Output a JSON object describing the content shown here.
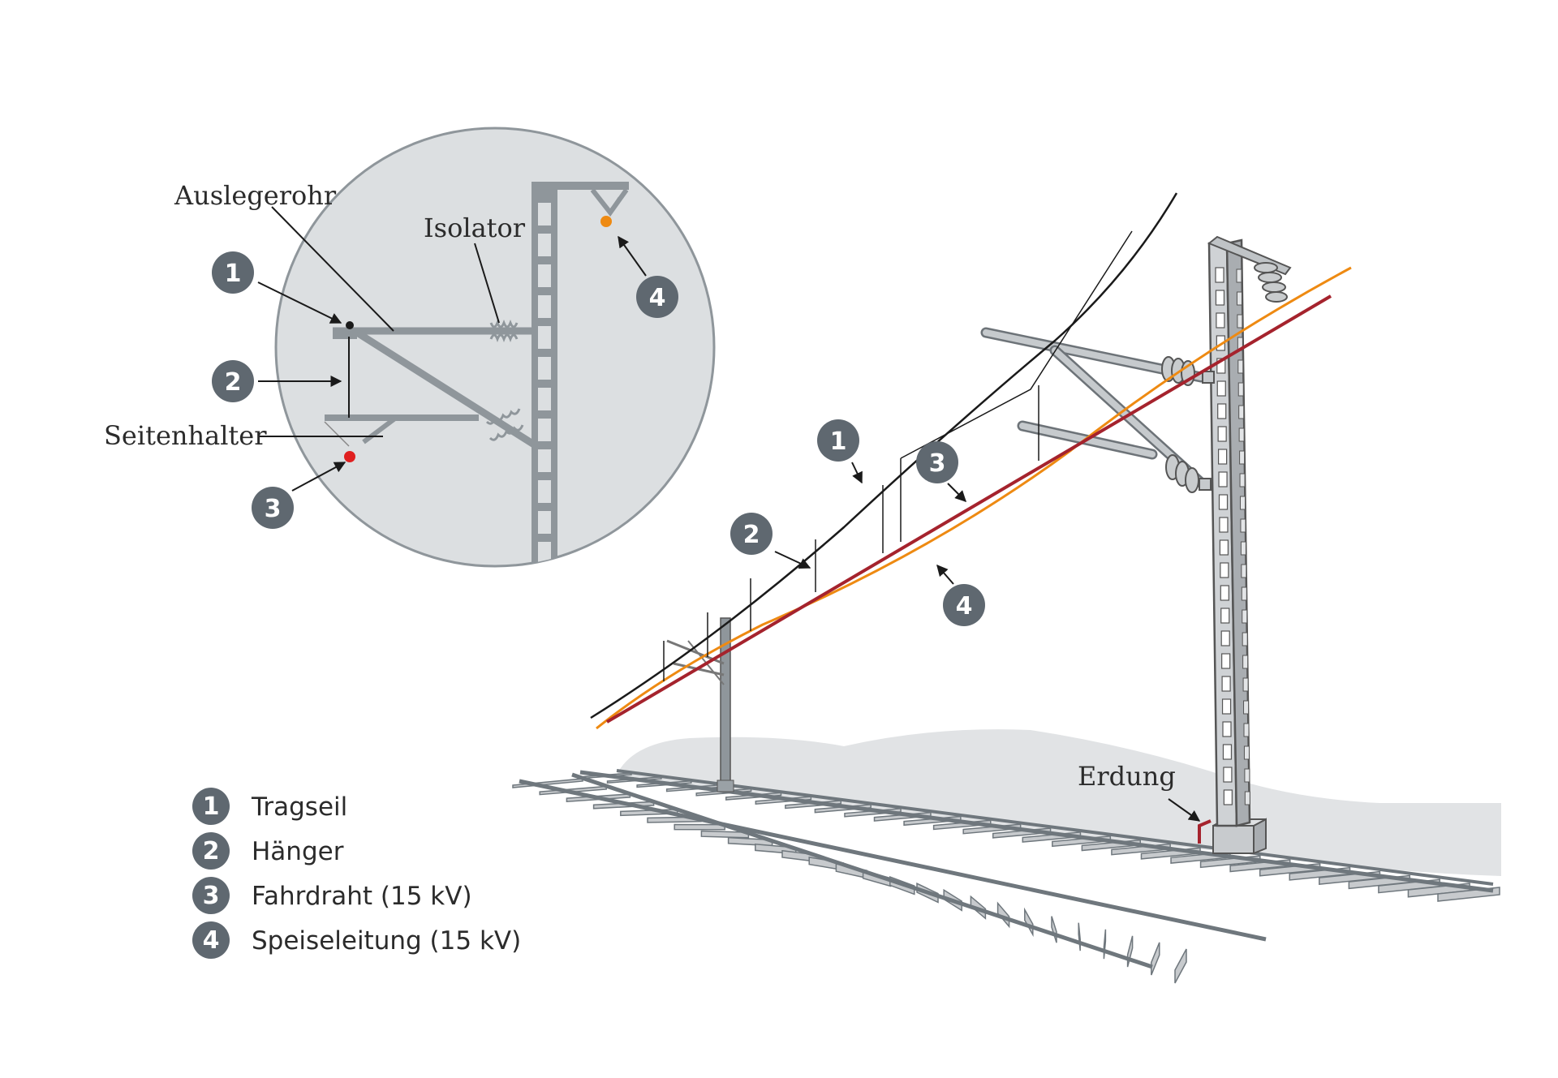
{
  "detail": {
    "labels": {
      "boom": "Auslegerohr",
      "insulator": "Isolator",
      "registration_arm": "Seitenhalter"
    },
    "markers": [
      "1",
      "2",
      "3",
      "4"
    ]
  },
  "scene": {
    "markers": [
      "1",
      "2",
      "3",
      "4"
    ],
    "grounding_label": "Erdung"
  },
  "legend": [
    {
      "number": "1",
      "text": "Tragseil"
    },
    {
      "number": "2",
      "text": "Hänger"
    },
    {
      "number": "3",
      "text": "Fahrdraht (15 kV)"
    },
    {
      "number": "4",
      "text": "Speiseleitung  (15 kV)"
    }
  ],
  "colors": {
    "badge": "#5f6870",
    "steel": "#8f969b",
    "contact_wire": "#a5232d",
    "feeder_wire": "#ee8a12",
    "detail_background": "#dcdfe1",
    "ground": "#e1e3e5"
  }
}
